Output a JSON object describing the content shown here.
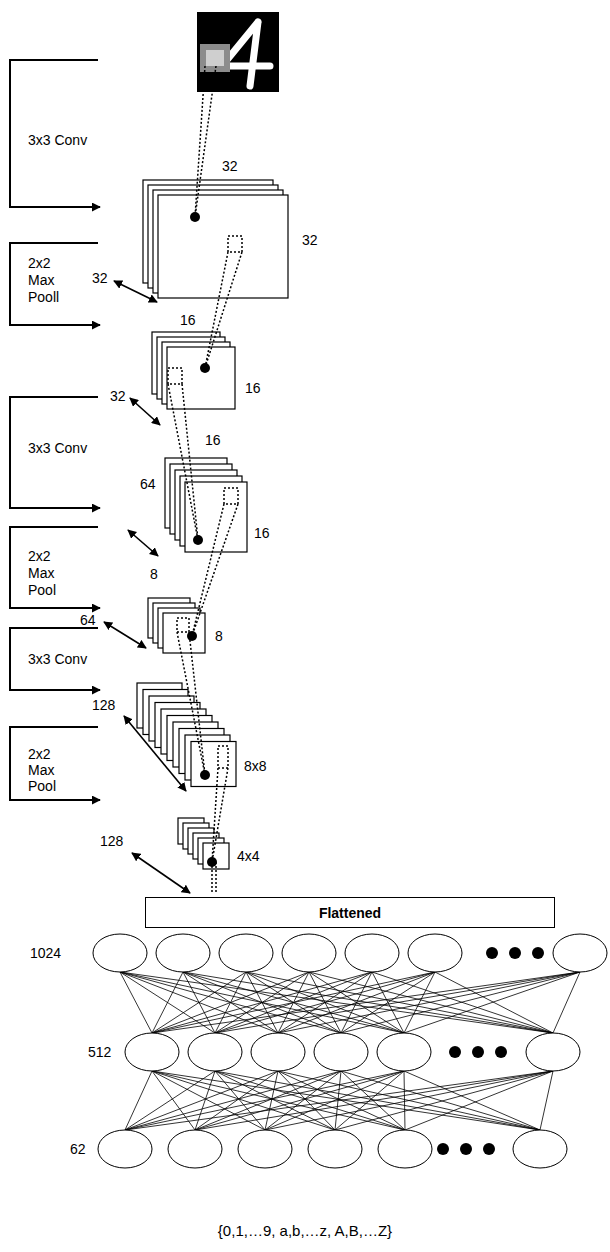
{
  "diagram": {
    "nodes": [
      {
        "text": [
          "Flattened"
        ]
      }
    ],
    "labels": [
      "3x3 Conv",
      "32",
      "32",
      "32",
      "2x2 Max Pooll",
      "16",
      "16",
      "32",
      "16",
      "3x3 Conv",
      "64",
      "16",
      "8",
      "2x2 Max Pool",
      "64",
      "8",
      "3x3 Conv",
      "128",
      "8x8",
      "2x2 Max Pool",
      "128",
      "4x4",
      "1024",
      "512",
      "62",
      "{0,1,…9, a,b,…z, A,B,…Z}"
    ]
  }
}
